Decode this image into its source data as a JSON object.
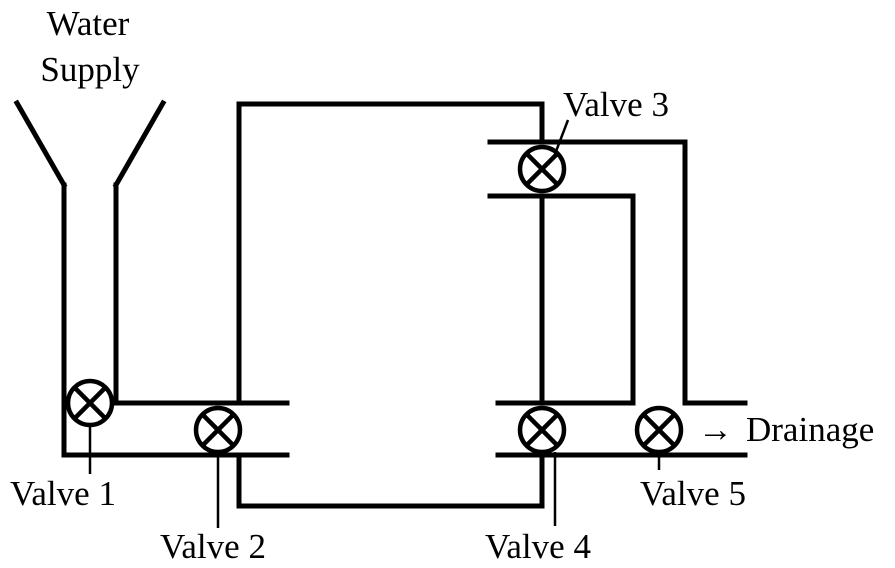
{
  "diagram": {
    "water_supply_line1": "Water",
    "water_supply_line2": "Supply",
    "drainage_arrow": "→",
    "drainage": "Drainage",
    "valves": [
      "Valve 1",
      "Valve 2",
      "Valve 3",
      "Valve 4",
      "Valve 5"
    ]
  }
}
